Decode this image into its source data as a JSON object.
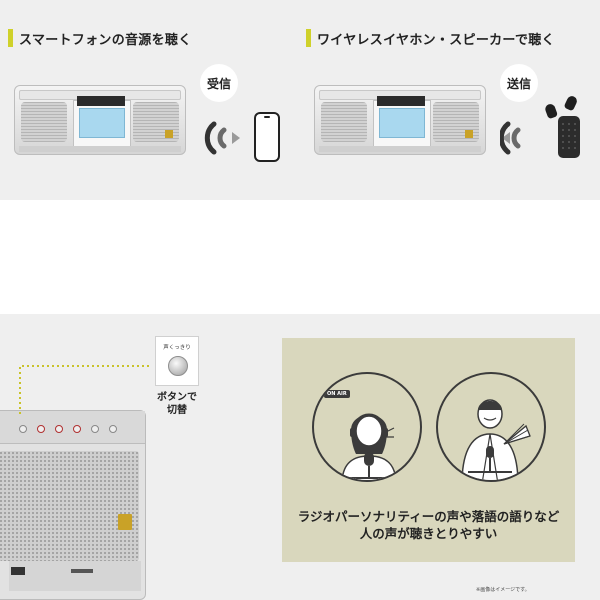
{
  "sections": {
    "left_heading": "スマートフォンの音源を聴く",
    "right_heading": "ワイヤレスイヤホン・スピーカーで聴く"
  },
  "badges": {
    "receive": "受信",
    "send": "送信"
  },
  "button": {
    "panel_label": "声くっきり",
    "caption_line1": "ボタンで",
    "caption_line2": "切替"
  },
  "illustration": {
    "onair_label": "ON AIR",
    "caption_line1": "ラジオパーソナリティーの声や落語の語りなど",
    "caption_line2": "人の声が聴きとりやすい"
  },
  "footnote": "※画像はイメージです。",
  "colors": {
    "accent_bar": "#cfd12a",
    "panel_bg": "#efefef",
    "illustration_bg": "#d9d7bd",
    "dotted_line": "#c9c22a"
  },
  "icons": {
    "phone": "smartphone-icon",
    "signal": "wireless-signal-icon",
    "earbuds": "wireless-earbuds-icon",
    "speaker": "smart-speaker-icon"
  }
}
